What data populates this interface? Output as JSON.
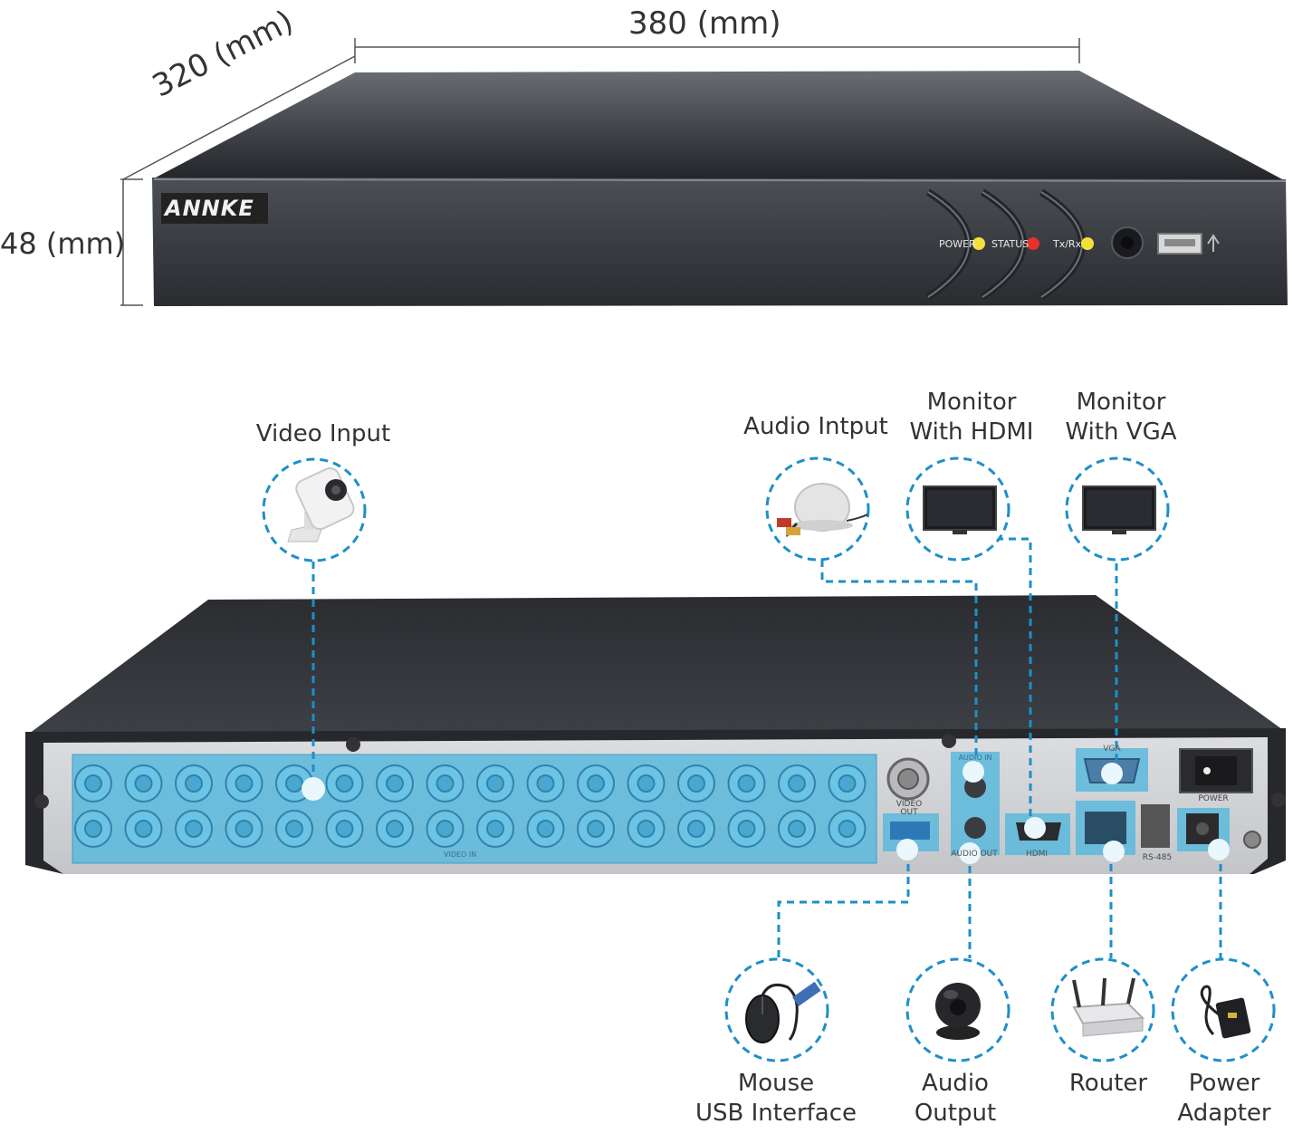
{
  "dimensions": {
    "width": "380 (mm)",
    "depth": "320 (mm)",
    "height": "48 (mm)"
  },
  "front_panel": {
    "brand": "ANNKE",
    "led_power": "POWER",
    "led_status": "STATUS",
    "led_txrx": "Tx/Rx",
    "colors": {
      "power_led": "#f5e03a",
      "status_led": "#e8302a",
      "txrx_led": "#f5e03a"
    }
  },
  "rear_panel": {
    "video_out": "VIDEO OUT",
    "video_in": "VIDEO IN",
    "audio_in": "AUDIO IN",
    "audio_out": "AUDIO OUT",
    "hdmi": "HDMI",
    "vga": "VGA",
    "power_switch": "POWER",
    "rs485": "RS-485",
    "highlight_color": "#5bb8dc"
  },
  "connections": {
    "video_input": "Video Input",
    "audio_input": "Audio Intput",
    "monitor_hdmi_line1": "Monitor",
    "monitor_hdmi_line2": "With HDMI",
    "monitor_vga_line1": "Monitor",
    "monitor_vga_line2": "With VGA",
    "mouse_line1": "Mouse",
    "mouse_line2": "USB Interface",
    "audio_output_line1": "Audio",
    "audio_output_line2": "Output",
    "router": "Router",
    "power_line1": "Power",
    "power_line2": "Adapter"
  },
  "icons": [
    "camera-icon",
    "microphone-icon",
    "monitor-icon",
    "mouse-icon",
    "speaker-icon",
    "router-icon",
    "power-adapter-icon"
  ]
}
